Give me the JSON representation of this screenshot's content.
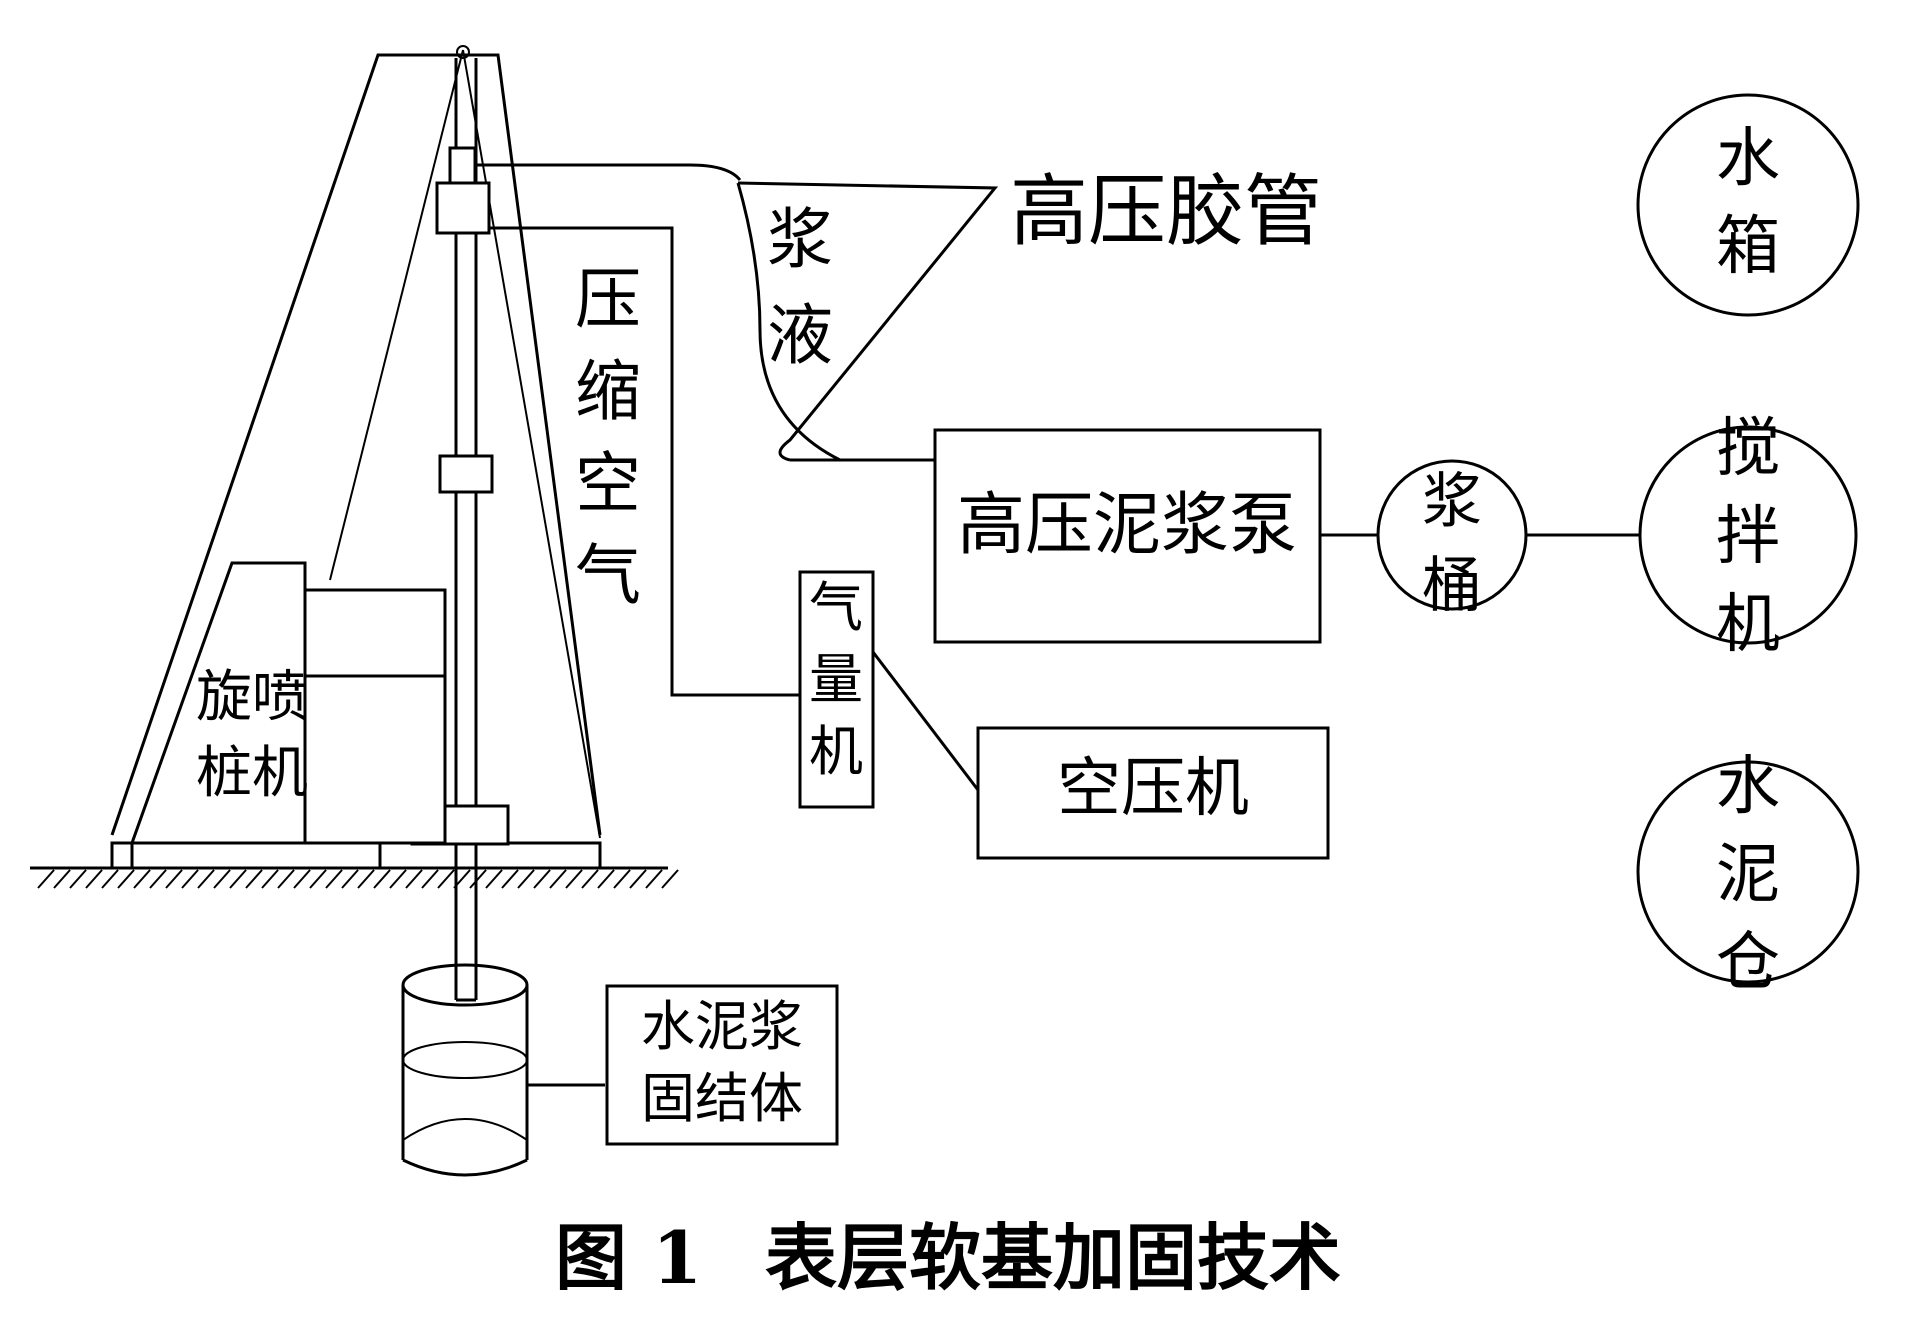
{
  "diagram": {
    "labels": {
      "high_pressure_hose": "高压胶管",
      "slurry_liquid": "浆液",
      "compressed_air": "压缩空气",
      "jet_grouting_rig": "旋喷桩机",
      "air_flow_meter": "气量机",
      "high_pressure_mud_pump": "高压泥浆泵",
      "slurry_bucket": "浆桶",
      "air_compressor": "空压机",
      "water_tank": "水箱",
      "mixer": "搅拌机",
      "cement_silo": "水泥仓",
      "cement_slurry_body": "水泥浆固结体"
    }
  },
  "caption": {
    "number": "图 1",
    "title": "表层软基加固技术"
  }
}
